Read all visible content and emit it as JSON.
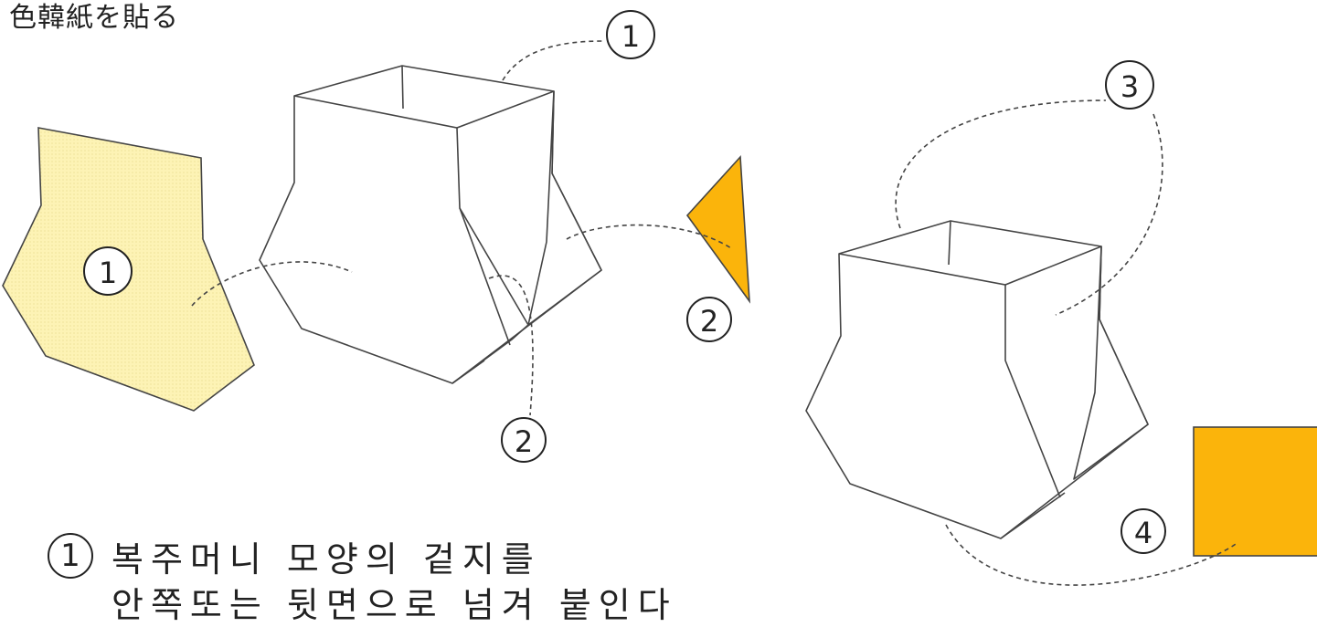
{
  "title": "色韓紙を貼る",
  "markers": {
    "m1_top": "1",
    "m1_left": "1",
    "m2_bottom": "2",
    "m2_right": "2",
    "m3": "3",
    "m4": "4"
  },
  "caption": {
    "badge": "1",
    "line1": "복주머니 모양의 겉지를",
    "line2": "안쪽또는 뒷면으로 넘겨 붙인다"
  },
  "colors": {
    "yellow_paper": "#fdf3b5",
    "orange_paper": "#fbb40b",
    "outline": "#444444"
  }
}
